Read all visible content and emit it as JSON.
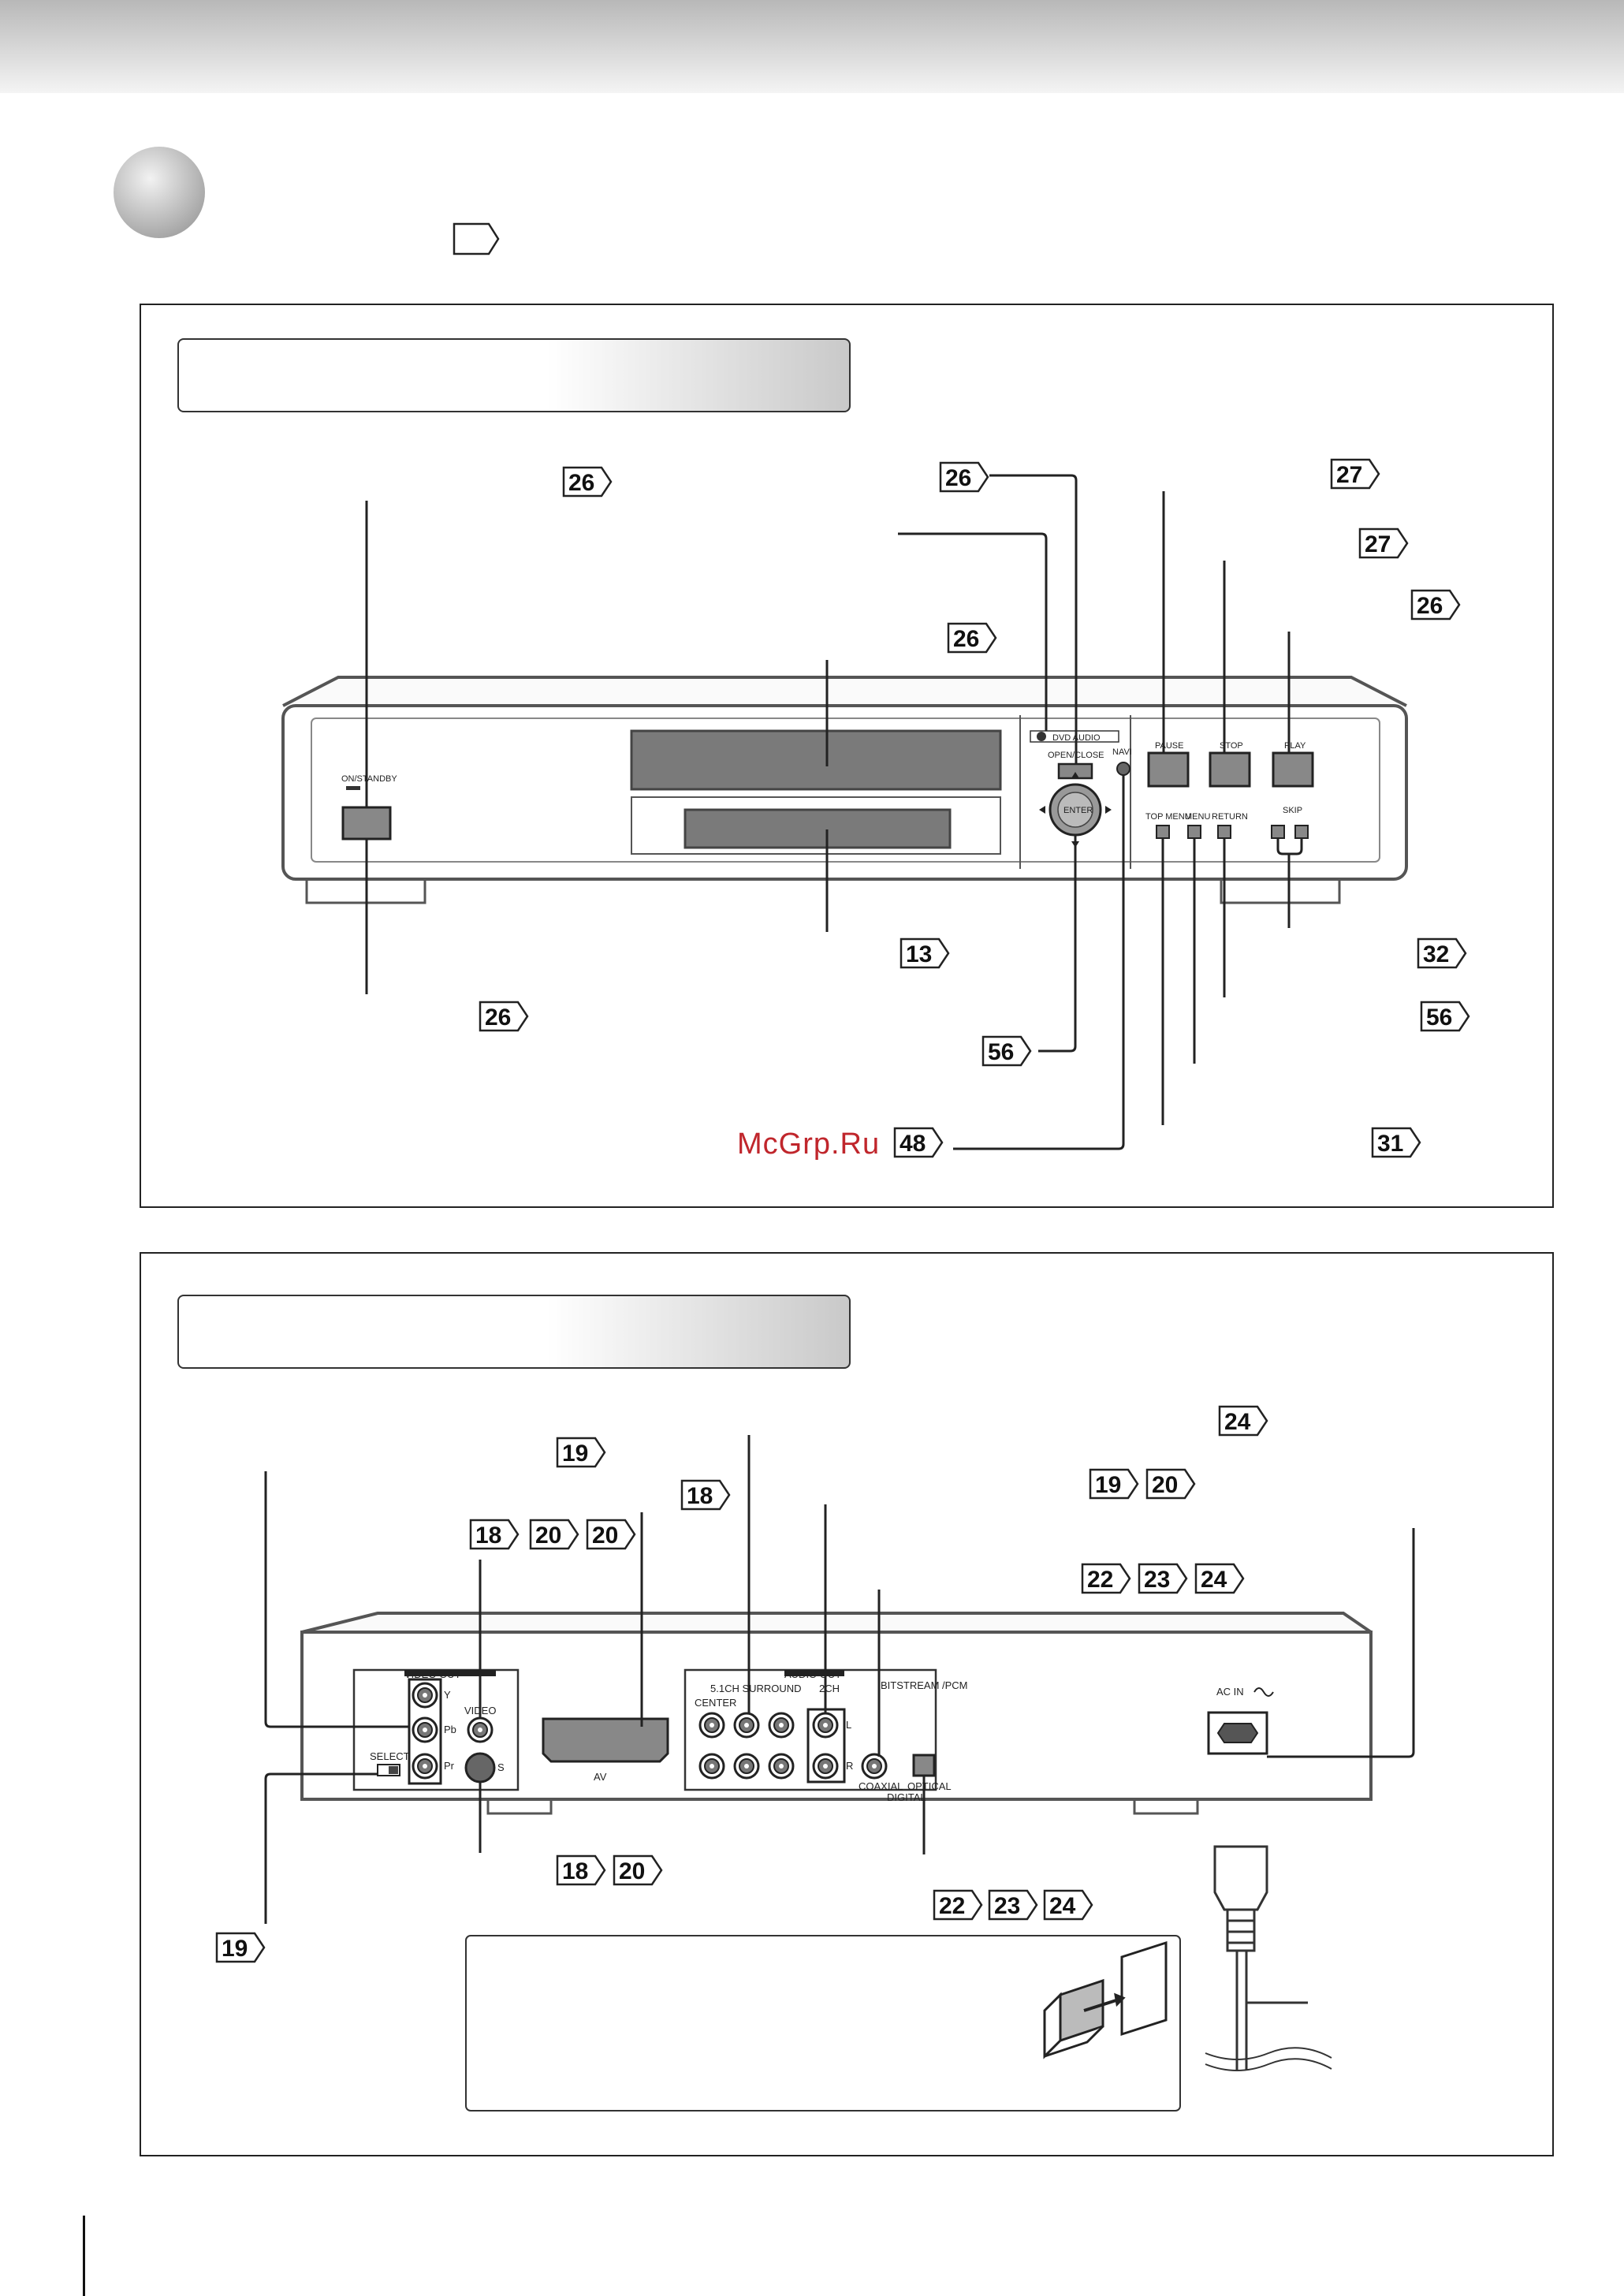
{
  "front": {
    "page_refs": [
      "26",
      "26",
      "26",
      "27",
      "27",
      "26",
      "13",
      "32",
      "26",
      "56",
      "56",
      "48",
      "31"
    ],
    "labels": {
      "power": "ON/STANDBY",
      "disc_type": "DVD AUDIO",
      "open_close": "OPEN/CLOSE",
      "navi": "NAVI",
      "enter": "ENTER",
      "pause": "PAUSE",
      "stop": "STOP",
      "play": "PLAY",
      "top_menu": "TOP MENU",
      "menu": "MENU",
      "return": "RETURN",
      "skip": "SKIP"
    }
  },
  "rear": {
    "page_refs": [
      "24",
      "19",
      "18",
      "19",
      "20",
      "20",
      "18",
      "20",
      "22",
      "23",
      "24",
      "18",
      "20",
      "22",
      "23",
      "24",
      "19"
    ],
    "labels": {
      "video_out": "VIDEO OUT",
      "y": "Y",
      "pb": "Pb",
      "pr": "Pr",
      "video": "VIDEO",
      "s": "S",
      "select": "SELECT",
      "av": "AV",
      "audio_out": "AUDIO OUT",
      "surround_51": "5.1CH SURROUND",
      "center": "CENTER",
      "ch2": "2CH",
      "l": "L",
      "r": "R",
      "bitstream": "BITSTREAM /PCM",
      "coaxial": "COAXIAL",
      "optical": "OPTICAL",
      "digital": "DIGITAL",
      "ac_in": "AC IN"
    }
  },
  "watermark": "McGrp.Ru",
  "colors": {
    "watermark": "#c0262c",
    "title_gradient_end": "#c9c9c9"
  }
}
